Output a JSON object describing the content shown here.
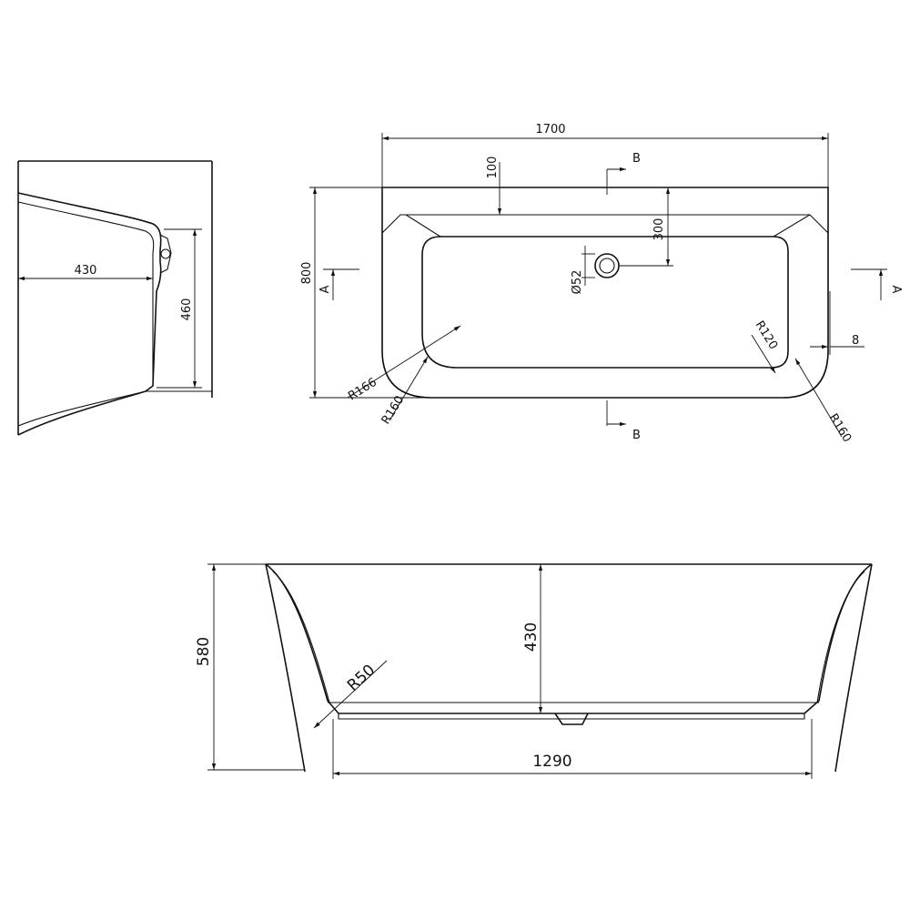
{
  "side_view": {
    "depth_label": "430",
    "height_label": "460"
  },
  "top_view": {
    "length_label": "1700",
    "width_label": "800",
    "rim_offset_label": "100",
    "drain_offset_label": "300",
    "drain_diameter_label": "Ø52",
    "radius_inner_label": "R166",
    "radius_outer_left_label": "R160",
    "radius_outer_right_label": "R160",
    "radius_inner_right_label": "R120",
    "edge_offset_label": "8",
    "section_a_left": "A",
    "section_a_right": "A",
    "section_b_top": "B",
    "section_b_bottom": "B"
  },
  "front_view": {
    "height_label": "580",
    "inner_depth_label": "430",
    "base_length_label": "1290",
    "radius_label": "R50"
  }
}
